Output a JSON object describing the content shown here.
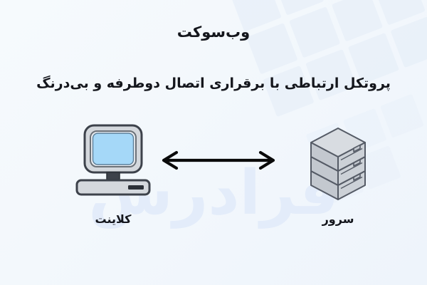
{
  "page": {
    "language": "fa",
    "direction": "rtl",
    "background_color": "#f4f8fc",
    "text_color": "#14161c"
  },
  "heading": {
    "title": "وب‌سوکت",
    "subtitle": "پروتکل ارتباطی با برقراری اتصال دوطرفه و بی‌درنگ"
  },
  "watermark": {
    "text": "فرادرس",
    "color": "#e3ecfa"
  },
  "diagram": {
    "connector": {
      "type": "bidirectional-arrow",
      "color": "#0a0a0a",
      "direction": "both"
    },
    "nodes": [
      {
        "id": "client",
        "label": "کلاینت",
        "icon": "desktop-computer-icon",
        "colors": {
          "screen": "#a5d8f8",
          "body": "#d4d8dd",
          "outline": "#3d424b",
          "slot": "#2b3038"
        }
      },
      {
        "id": "server",
        "label": "سرور",
        "icon": "server-stack-icon",
        "units": 3,
        "colors": {
          "top": "#d8dce1",
          "side": "#c3c8cf",
          "front": "#ccd1d7",
          "outline": "#555b66"
        }
      }
    ]
  }
}
